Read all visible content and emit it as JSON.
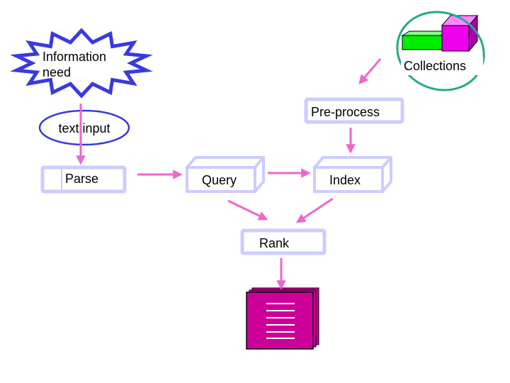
{
  "diagram": {
    "information_need_line1": "Information",
    "information_need_line2": "need",
    "text_input": "text input",
    "collections": "Collections",
    "preprocess": "Pre-process",
    "parse": "Parse",
    "query": "Query",
    "index": "Index",
    "rank": "Rank"
  },
  "colors": {
    "arrow": "#ee66cc",
    "box_border": "#ccccff",
    "box_fill": "#ffffff",
    "star_outline": "#3a3adf",
    "text_input_outline": "#3a3adf",
    "collections_ellipse": "#22aa88",
    "green_block": "#00ee00",
    "magenta_block": "#ee00ee",
    "results_doc": "#cc0099"
  },
  "icons": {
    "results": "document-stack-icon",
    "collections": "collection-blocks-icon",
    "information_need": "burst-star-shape"
  }
}
